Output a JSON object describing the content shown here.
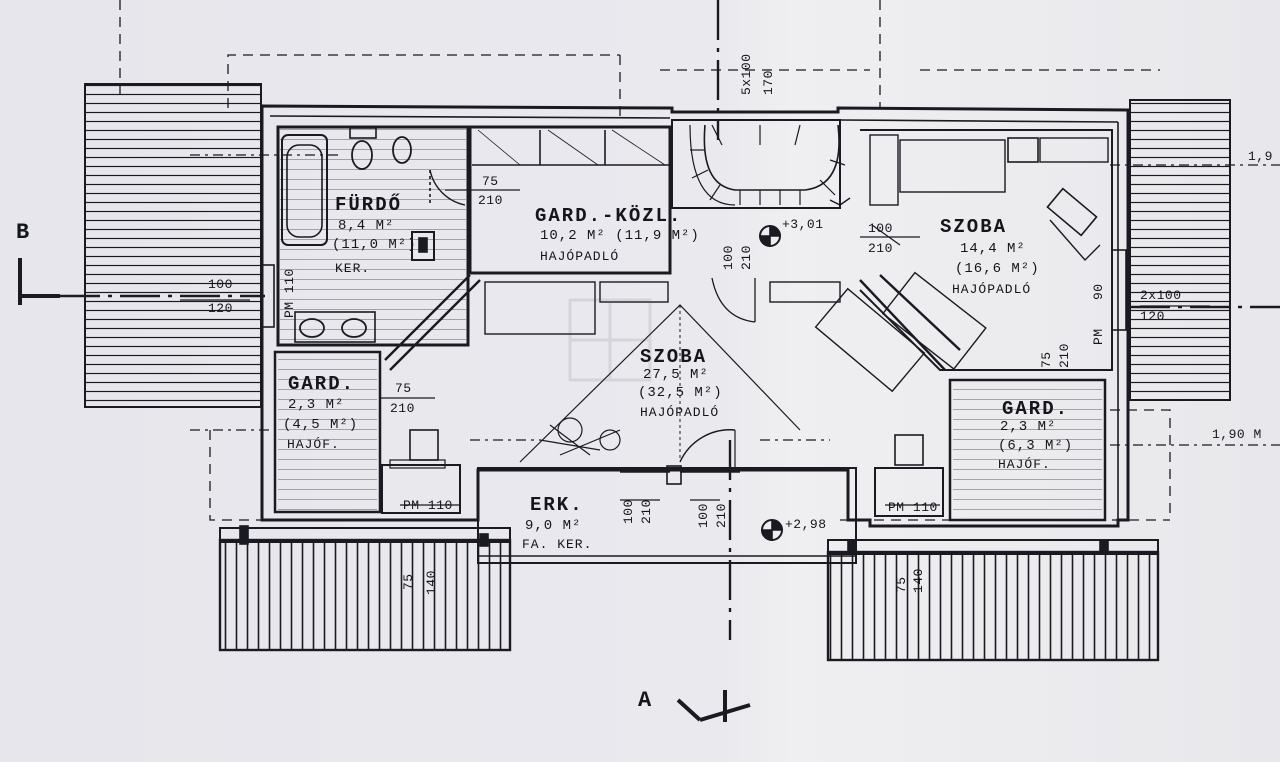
{
  "rooms": {
    "furdo": {
      "name": "FÜRDŐ",
      "area": "8,4 M²",
      "area_alt": "(11,0 M²)",
      "floor": "KER."
    },
    "gard_kozl": {
      "name": "GARD.-KÖZL.",
      "area": "10,2 M² (11,9 M²)",
      "floor": "HAJÓPADLÓ"
    },
    "szoba_right": {
      "name": "SZOBA",
      "area": "14,4 M²",
      "area_alt": "(16,6 M²)",
      "floor": "HAJÓPADLÓ"
    },
    "szoba_center": {
      "name": "SZOBA",
      "area": "27,5 M²",
      "area_alt": "(32,5 M²)",
      "floor": "HAJÓPADLÓ"
    },
    "gard_left": {
      "name": "GARD.",
      "area": "2,3 M²",
      "area_alt": "(4,5 M²)",
      "floor": "HAJÓF."
    },
    "gard_right": {
      "name": "GARD.",
      "area": "2,3 M²",
      "area_alt": "(6,3 M²)",
      "floor": "HAJÓF."
    },
    "erkely": {
      "name": "ERK.",
      "area": "9,0 M²",
      "floor": "FA. KER."
    }
  },
  "dimensions": {
    "stair": "5x100",
    "stair_h": "170",
    "d75": "75",
    "d210": "210",
    "d100": "100",
    "d120": "120",
    "d110": "110",
    "d90": "90",
    "d140": "140",
    "d2x100": "2x100",
    "pm110": "PM 110",
    "pm": "PM",
    "level_upper": "+3,01",
    "level_lower": "+2,98",
    "ext_right_top": "1,9",
    "ext_right_mid": "1,90 M"
  },
  "axes": {
    "b": "B",
    "a": "A"
  },
  "colors": {
    "line": "#1a1a22",
    "paper": "#e8e8ed"
  }
}
